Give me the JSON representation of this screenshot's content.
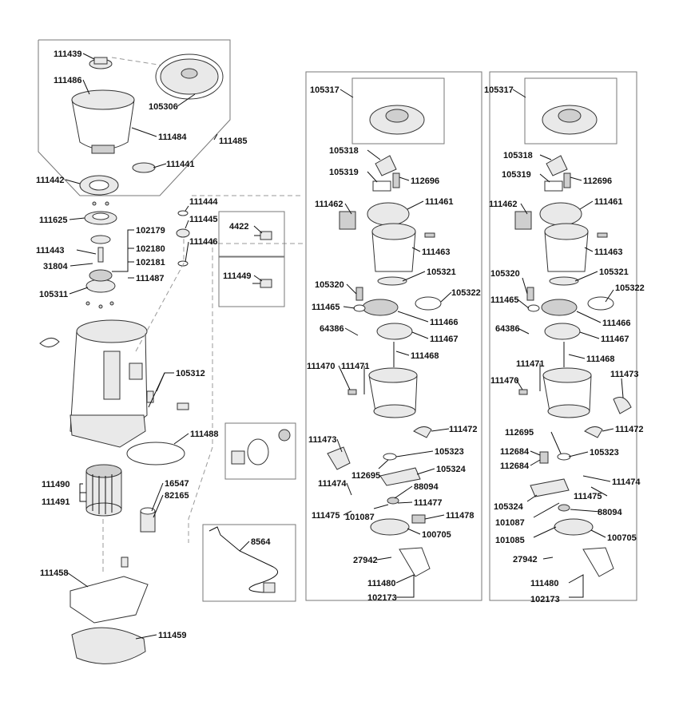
{
  "labels": {
    "l111439": "111439",
    "l111486": "111486",
    "l105306": "105306",
    "l111484": "111484",
    "l111485": "111485",
    "l111441": "111441",
    "l111442": "111442",
    "l111625": "111625",
    "l111443": "111443",
    "l31804": "31804",
    "l105311": "105311",
    "l102179": "102179",
    "l102180": "102180",
    "l102181": "102181",
    "l111487": "111487",
    "l111444": "111444",
    "l111445": "111445",
    "l111446": "111446",
    "l4422": "4422",
    "l111449": "111449",
    "l105312": "105312",
    "l111488": "111488",
    "l111490": "111490",
    "l111491": "111491",
    "l16547": "16547",
    "l82165": "82165",
    "l8564": "8564",
    "l111458": "111458",
    "l111459": "111459",
    "a105317": "105317",
    "a105318": "105318",
    "a105319": "105319",
    "a112696": "112696",
    "a111462": "111462",
    "a111461": "111461",
    "a111463": "111463",
    "a105321": "105321",
    "a105320": "105320",
    "a105322": "105322",
    "a111465": "111465",
    "a111466": "111466",
    "a64386": "64386",
    "a111467": "111467",
    "a111468": "111468",
    "a111470": "111470",
    "a111471": "111471",
    "a111472": "111472",
    "a111473": "111473",
    "a105323": "105323",
    "a112695": "112695",
    "a105324": "105324",
    "a111474": "111474",
    "a88094": "88094",
    "a111477": "111477",
    "a101087": "101087",
    "a111478": "111478",
    "a111475": "111475",
    "a100705": "100705",
    "a27942": "27942",
    "a111480": "111480",
    "a102173": "102173",
    "b105317": "105317",
    "b105318": "105318",
    "b105319": "105319",
    "b112696": "112696",
    "b111462": "111462",
    "b111461": "111461",
    "b111463": "111463",
    "b105321": "105321",
    "b105320": "105320",
    "b105322": "105322",
    "b111465": "111465",
    "b111466": "111466",
    "b64386": "64386",
    "b111467": "111467",
    "b111468": "111468",
    "b111470": "111470",
    "b111471": "111471",
    "b111473": "111473",
    "b111472": "111472",
    "b112695": "112695",
    "b112684a": "112684",
    "b112684b": "112684",
    "b105323": "105323",
    "b111474": "111474",
    "b105324": "105324",
    "b111475": "111475",
    "b101087": "101087",
    "b88094": "88094",
    "b101085": "101085",
    "b100705": "100705",
    "b27942": "27942",
    "b111480": "111480",
    "b102173": "102173"
  }
}
